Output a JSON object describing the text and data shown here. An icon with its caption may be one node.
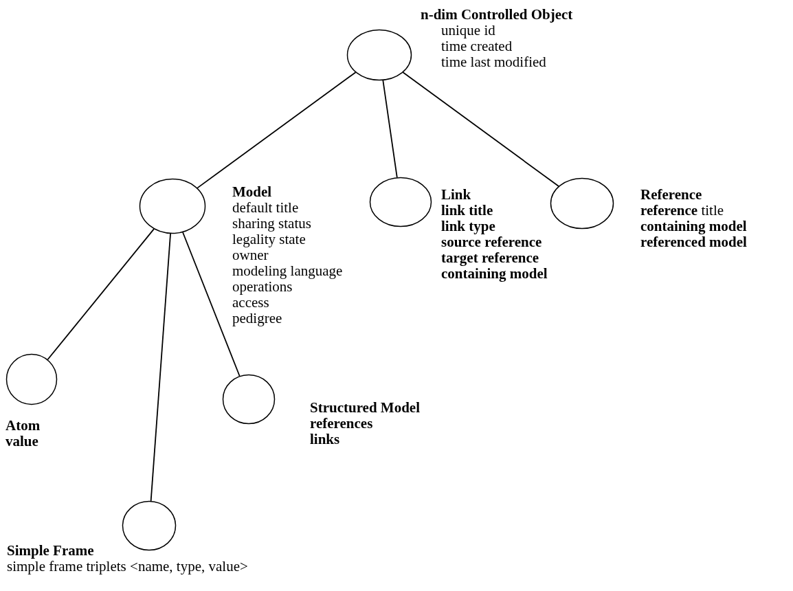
{
  "diagram": {
    "nodes": [
      {
        "text": [
          "n-dim Controlled Object",
          "unique id",
          "time created",
          "time last modified"
        ]
      },
      {
        "text": [
          "Model",
          "default title",
          "sharing status",
          "legality state",
          "owner",
          "modeling language",
          "operations",
          "access",
          "pedigree"
        ]
      },
      {
        "text": [
          "Link",
          "link title",
          "link type",
          "source reference",
          "target reference",
          "containing model"
        ]
      },
      {
        "text": [
          "Reference",
          "**reference** title",
          "containing model",
          "referenced model"
        ]
      },
      {
        "text": [
          "Atom",
          "value"
        ]
      },
      {
        "text": [
          "Simple Frame",
          "simple frame triplets <name, type, value>"
        ]
      },
      {
        "text": [
          "Structured Model",
          "references",
          "links"
        ]
      }
    ],
    "edges": [
      {
        "from": 0,
        "to": 1,
        "arrow": "none"
      },
      {
        "from": 0,
        "to": 2,
        "arrow": "none"
      },
      {
        "from": 0,
        "to": 3,
        "arrow": "none"
      },
      {
        "from": 1,
        "to": 4,
        "arrow": "none"
      },
      {
        "from": 1,
        "to": 5,
        "arrow": "none"
      },
      {
        "from": 1,
        "to": 6,
        "arrow": "none"
      }
    ]
  }
}
